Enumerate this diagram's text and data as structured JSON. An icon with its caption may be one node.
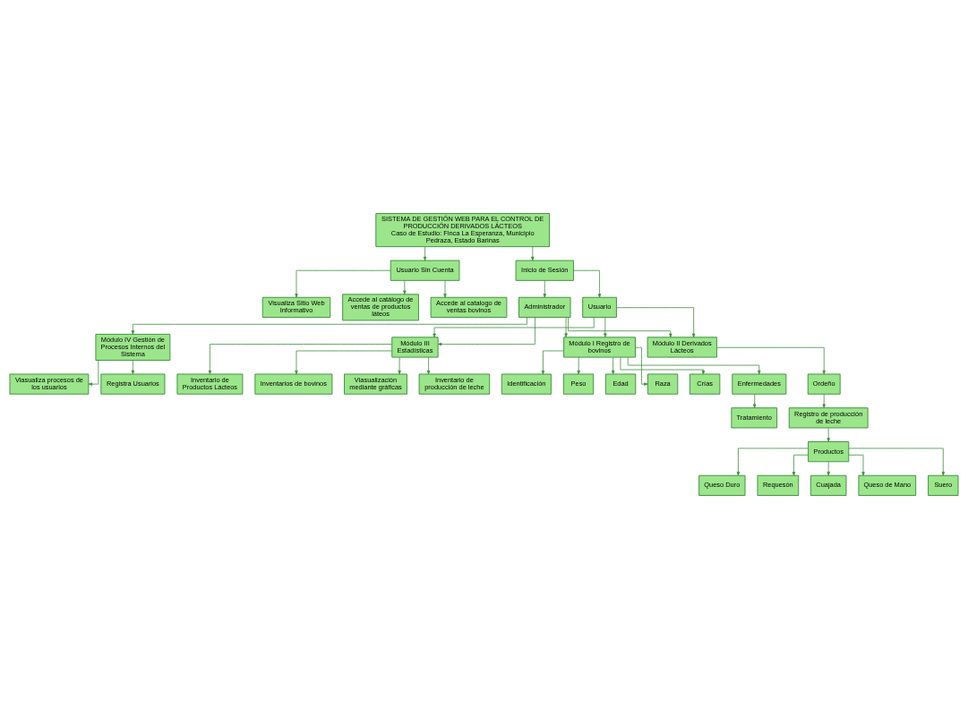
{
  "diagram": {
    "nodes": [
      {
        "text": [
          "SISTEMA DE GESTIÓN WEB PARA EL CONTROL DE PRODUCCIÓN DERIVADOS LÁCTEOS",
          "Caso de Estudio: Finca La Esperanza, Municipio Pedraza, Estado Barinas"
        ]
      },
      {
        "text": [
          "Usuario Sin Cuenta"
        ]
      },
      {
        "text": [
          "Visualiza Sitio Web Informativo"
        ]
      },
      {
        "text": [
          "Accede al catálogo de ventas de productos láteos"
        ]
      },
      {
        "text": [
          "Accede al catalogo de ventas bovinos"
        ]
      },
      {
        "text": [
          "Inicio de Sesión"
        ]
      },
      {
        "text": [
          "Usuario"
        ]
      },
      {
        "text": [
          "Administrador"
        ]
      },
      {
        "text": [
          "Módulo I Registro de bovinos"
        ]
      },
      {
        "text": [
          "Identificación"
        ]
      },
      {
        "text": [
          "Peso"
        ]
      },
      {
        "text": [
          "Edad"
        ]
      },
      {
        "text": [
          "Raza"
        ]
      },
      {
        "text": [
          "Crías"
        ]
      },
      {
        "text": [
          "Enfermedades"
        ]
      },
      {
        "text": [
          "Tratamiento"
        ]
      },
      {
        "text": [
          "Módulo II Derivados Lácteos"
        ]
      },
      {
        "text": [
          "Ordeño"
        ]
      },
      {
        "text": [
          "Registro de producción de leche"
        ]
      },
      {
        "text": [
          "Productos"
        ]
      },
      {
        "text": [
          "Queso Duro"
        ]
      },
      {
        "text": [
          "Requesón"
        ]
      },
      {
        "text": [
          "Cuajada"
        ]
      },
      {
        "text": [
          "Queso de Mano"
        ]
      },
      {
        "text": [
          "Suero"
        ]
      },
      {
        "text": [
          "Módulo III Estadísticas"
        ]
      },
      {
        "text": [
          "Viasualización mediante gráficas"
        ]
      },
      {
        "text": [
          "Inventario de producción de leche"
        ]
      },
      {
        "text": [
          "Inventario de Productos Lácteos"
        ]
      },
      {
        "text": [
          "Inventarios de bovinos"
        ]
      },
      {
        "text": [
          "Módulo IV Gestión de Procesos Internos del Sistema"
        ]
      },
      {
        "text": [
          "Registra Usuarios"
        ]
      },
      {
        "text": [
          "Viasualiza procesos de los usuarios"
        ]
      }
    ],
    "edges": [
      {
        "from": 0,
        "to": 1,
        "arrow": "to"
      },
      {
        "from": 1,
        "to": 2,
        "arrow": "to"
      },
      {
        "from": 1,
        "to": 3,
        "arrow": "to"
      },
      {
        "from": 1,
        "to": 4,
        "arrow": "to"
      },
      {
        "from": 0,
        "to": 5,
        "arrow": "to"
      },
      {
        "from": 5,
        "to": 6,
        "arrow": "to"
      },
      {
        "from": 5,
        "to": 7,
        "arrow": "to"
      },
      {
        "from": 6,
        "to": 8,
        "arrow": "to"
      },
      {
        "from": 6,
        "to": 16,
        "arrow": "to"
      },
      {
        "from": 6,
        "to": 25,
        "arrow": "to"
      },
      {
        "from": 7,
        "to": 8,
        "arrow": "to"
      },
      {
        "from": 7,
        "to": 16,
        "arrow": "to"
      },
      {
        "from": 7,
        "to": 25,
        "arrow": "to"
      },
      {
        "from": 7,
        "to": 30,
        "arrow": "to"
      },
      {
        "from": 8,
        "to": 9,
        "arrow": "to"
      },
      {
        "from": 8,
        "to": 10,
        "arrow": "to"
      },
      {
        "from": 8,
        "to": 11,
        "arrow": "to"
      },
      {
        "from": 8,
        "to": 12,
        "arrow": "to"
      },
      {
        "from": 8,
        "to": 13,
        "arrow": "to"
      },
      {
        "from": 8,
        "to": 14,
        "arrow": "to"
      },
      {
        "from": 14,
        "to": 15,
        "arrow": "to"
      },
      {
        "from": 16,
        "to": 17,
        "arrow": "to"
      },
      {
        "from": 17,
        "to": 18,
        "arrow": "to"
      },
      {
        "from": 18,
        "to": 19,
        "arrow": "to"
      },
      {
        "from": 19,
        "to": 20,
        "arrow": "to"
      },
      {
        "from": 19,
        "to": 21,
        "arrow": "to"
      },
      {
        "from": 19,
        "to": 22,
        "arrow": "to"
      },
      {
        "from": 19,
        "to": 23,
        "arrow": "to"
      },
      {
        "from": 19,
        "to": 24,
        "arrow": "to"
      },
      {
        "from": 25,
        "to": 26,
        "arrow": "to"
      },
      {
        "from": 25,
        "to": 27,
        "arrow": "to"
      },
      {
        "from": 25,
        "to": 28,
        "arrow": "to"
      },
      {
        "from": 25,
        "to": 29,
        "arrow": "to"
      },
      {
        "from": 30,
        "to": 31,
        "arrow": "to"
      },
      {
        "from": 30,
        "to": 32,
        "arrow": "to"
      }
    ]
  }
}
